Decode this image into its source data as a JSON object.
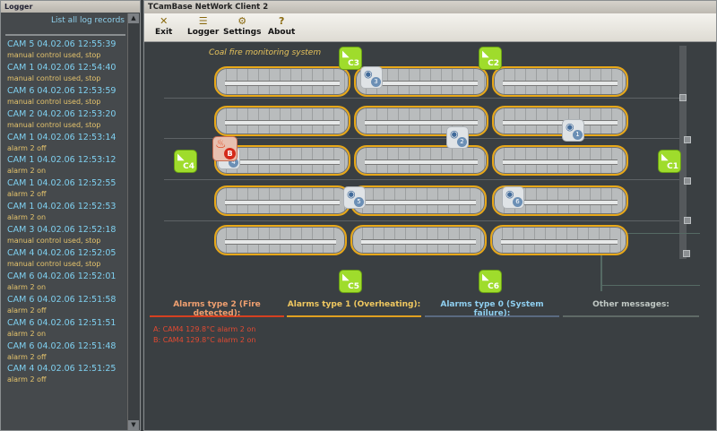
{
  "logger": {
    "title": "Logger",
    "list_all": "List all log records",
    "entries": [
      {
        "head": "CAM 5  04.02.06 12:55:39",
        "msg": "manual control used, stop"
      },
      {
        "head": "CAM 1  04.02.06 12:54:40",
        "msg": "manual control used, stop"
      },
      {
        "head": "CAM 6  04.02.06 12:53:59",
        "msg": "manual control used, stop"
      },
      {
        "head": "CAM 2  04.02.06 12:53:20",
        "msg": "manual control used, stop"
      },
      {
        "head": "CAM 1  04.02.06 12:53:14",
        "msg": "alarm 2 off"
      },
      {
        "head": "CAM 1  04.02.06 12:53:12",
        "msg": "alarm 2 on"
      },
      {
        "head": "CAM 1  04.02.06 12:52:55",
        "msg": "alarm 2 off"
      },
      {
        "head": "CAM 1  04.02.06 12:52:53",
        "msg": "alarm 2 on"
      },
      {
        "head": "CAM 3  04.02.06 12:52:18",
        "msg": "manual control used, stop"
      },
      {
        "head": "CAM 4  04.02.06 12:52:05",
        "msg": "manual control used, stop"
      },
      {
        "head": "CAM 6  04.02.06 12:52:01",
        "msg": "alarm 2 on"
      },
      {
        "head": "CAM 6  04.02.06 12:51:58",
        "msg": "alarm 2 off"
      },
      {
        "head": "CAM 6  04.02.06 12:51:51",
        "msg": "alarm 2 on"
      },
      {
        "head": "CAM 6  04.02.06 12:51:48",
        "msg": "alarm 2 off"
      },
      {
        "head": "CAM 4  04.02.06 12:51:25",
        "msg": "alarm 2 off"
      }
    ]
  },
  "main": {
    "title": "TCamBase NetWork Client 2",
    "toolbar": {
      "exit": "Exit",
      "logger": "Logger",
      "settings": "Settings",
      "about": "About"
    },
    "scene_title": "Coal fire monitoring system",
    "cameras": [
      "C1",
      "C2",
      "C3",
      "C4",
      "C5",
      "C6"
    ],
    "eye_numbers": [
      "1",
      "2",
      "3",
      "4",
      "5",
      "6"
    ],
    "fire_marker": "B",
    "alarm_headers": {
      "fire": "Alarms type 2 (Fire detected):",
      "overheating": "Alarms type 1 (Overheating):",
      "failure": "Alarms type 0 (System failure):",
      "other": "Other messages:"
    },
    "alarm_messages": [
      "A: CAM4 129.8°C alarm 2 on",
      "B: CAM4 129.8°C alarm 2 on"
    ]
  },
  "colors": {
    "accent_orange": "#e8a818",
    "camera_green": "#9fdc2c",
    "fire_red": "#d42a1a",
    "log_cyan": "#7fd0f0",
    "log_yellow": "#e6c46c"
  }
}
